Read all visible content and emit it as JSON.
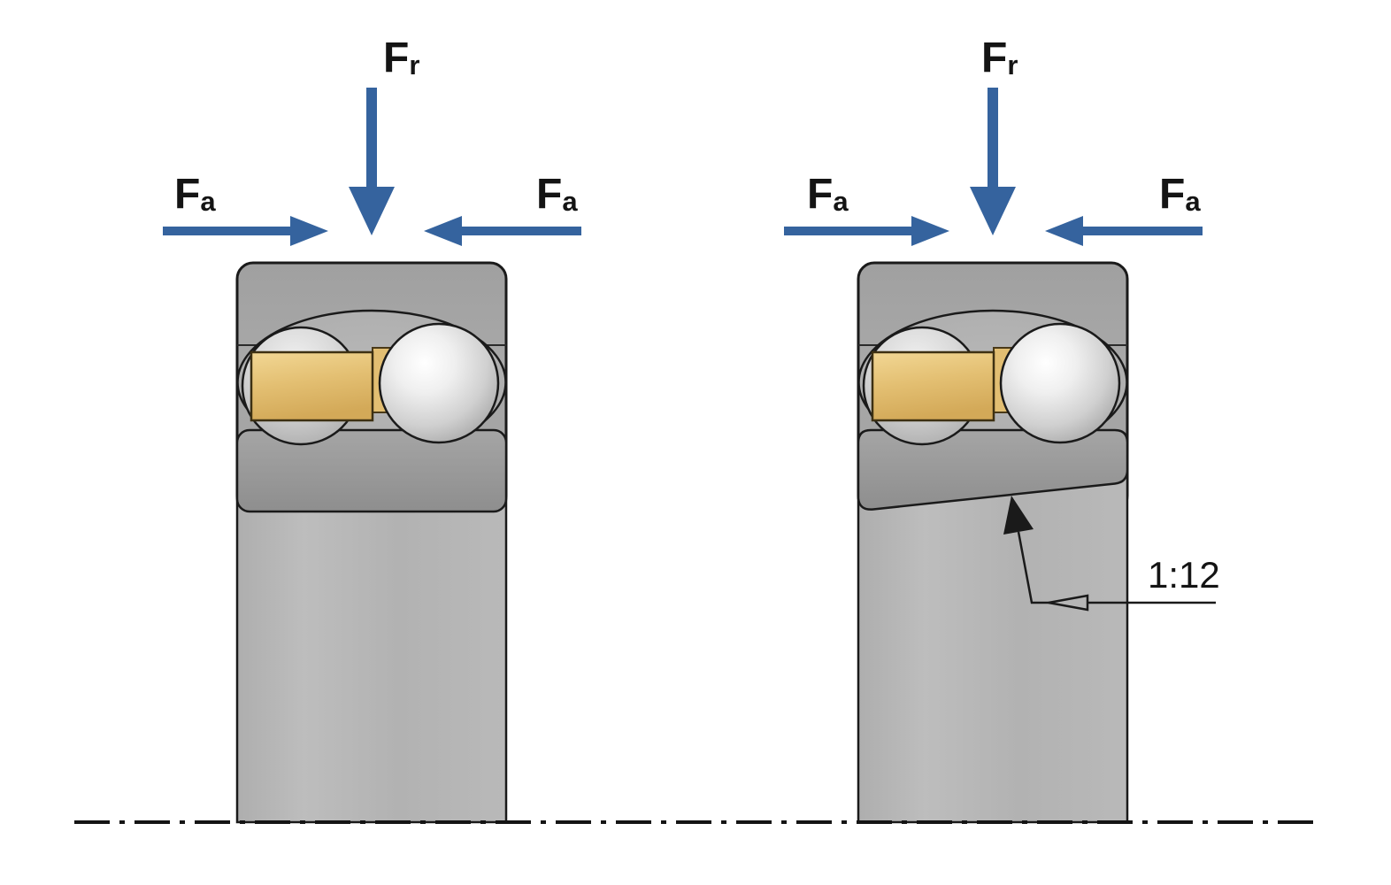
{
  "figure": {
    "bearing_left": {
      "labels": {
        "radial_force": {
          "symbol": "F",
          "subscript": "r"
        },
        "axial_force_left": {
          "symbol": "F",
          "subscript": "a"
        },
        "axial_force_right": {
          "symbol": "F",
          "subscript": "a"
        }
      }
    },
    "bearing_right": {
      "labels": {
        "radial_force": {
          "symbol": "F",
          "subscript": "r"
        },
        "axial_force_left": {
          "symbol": "F",
          "subscript": "a"
        },
        "axial_force_right": {
          "symbol": "F",
          "subscript": "a"
        },
        "taper_ratio": "1:12"
      }
    }
  },
  "colors": {
    "force_arrow": "#35639E",
    "cage": "#E2BE72",
    "outer_ring": "#A3A3A3",
    "inner_ring": "#979797",
    "shaft": "#B6B6B6",
    "line": "#141414"
  }
}
